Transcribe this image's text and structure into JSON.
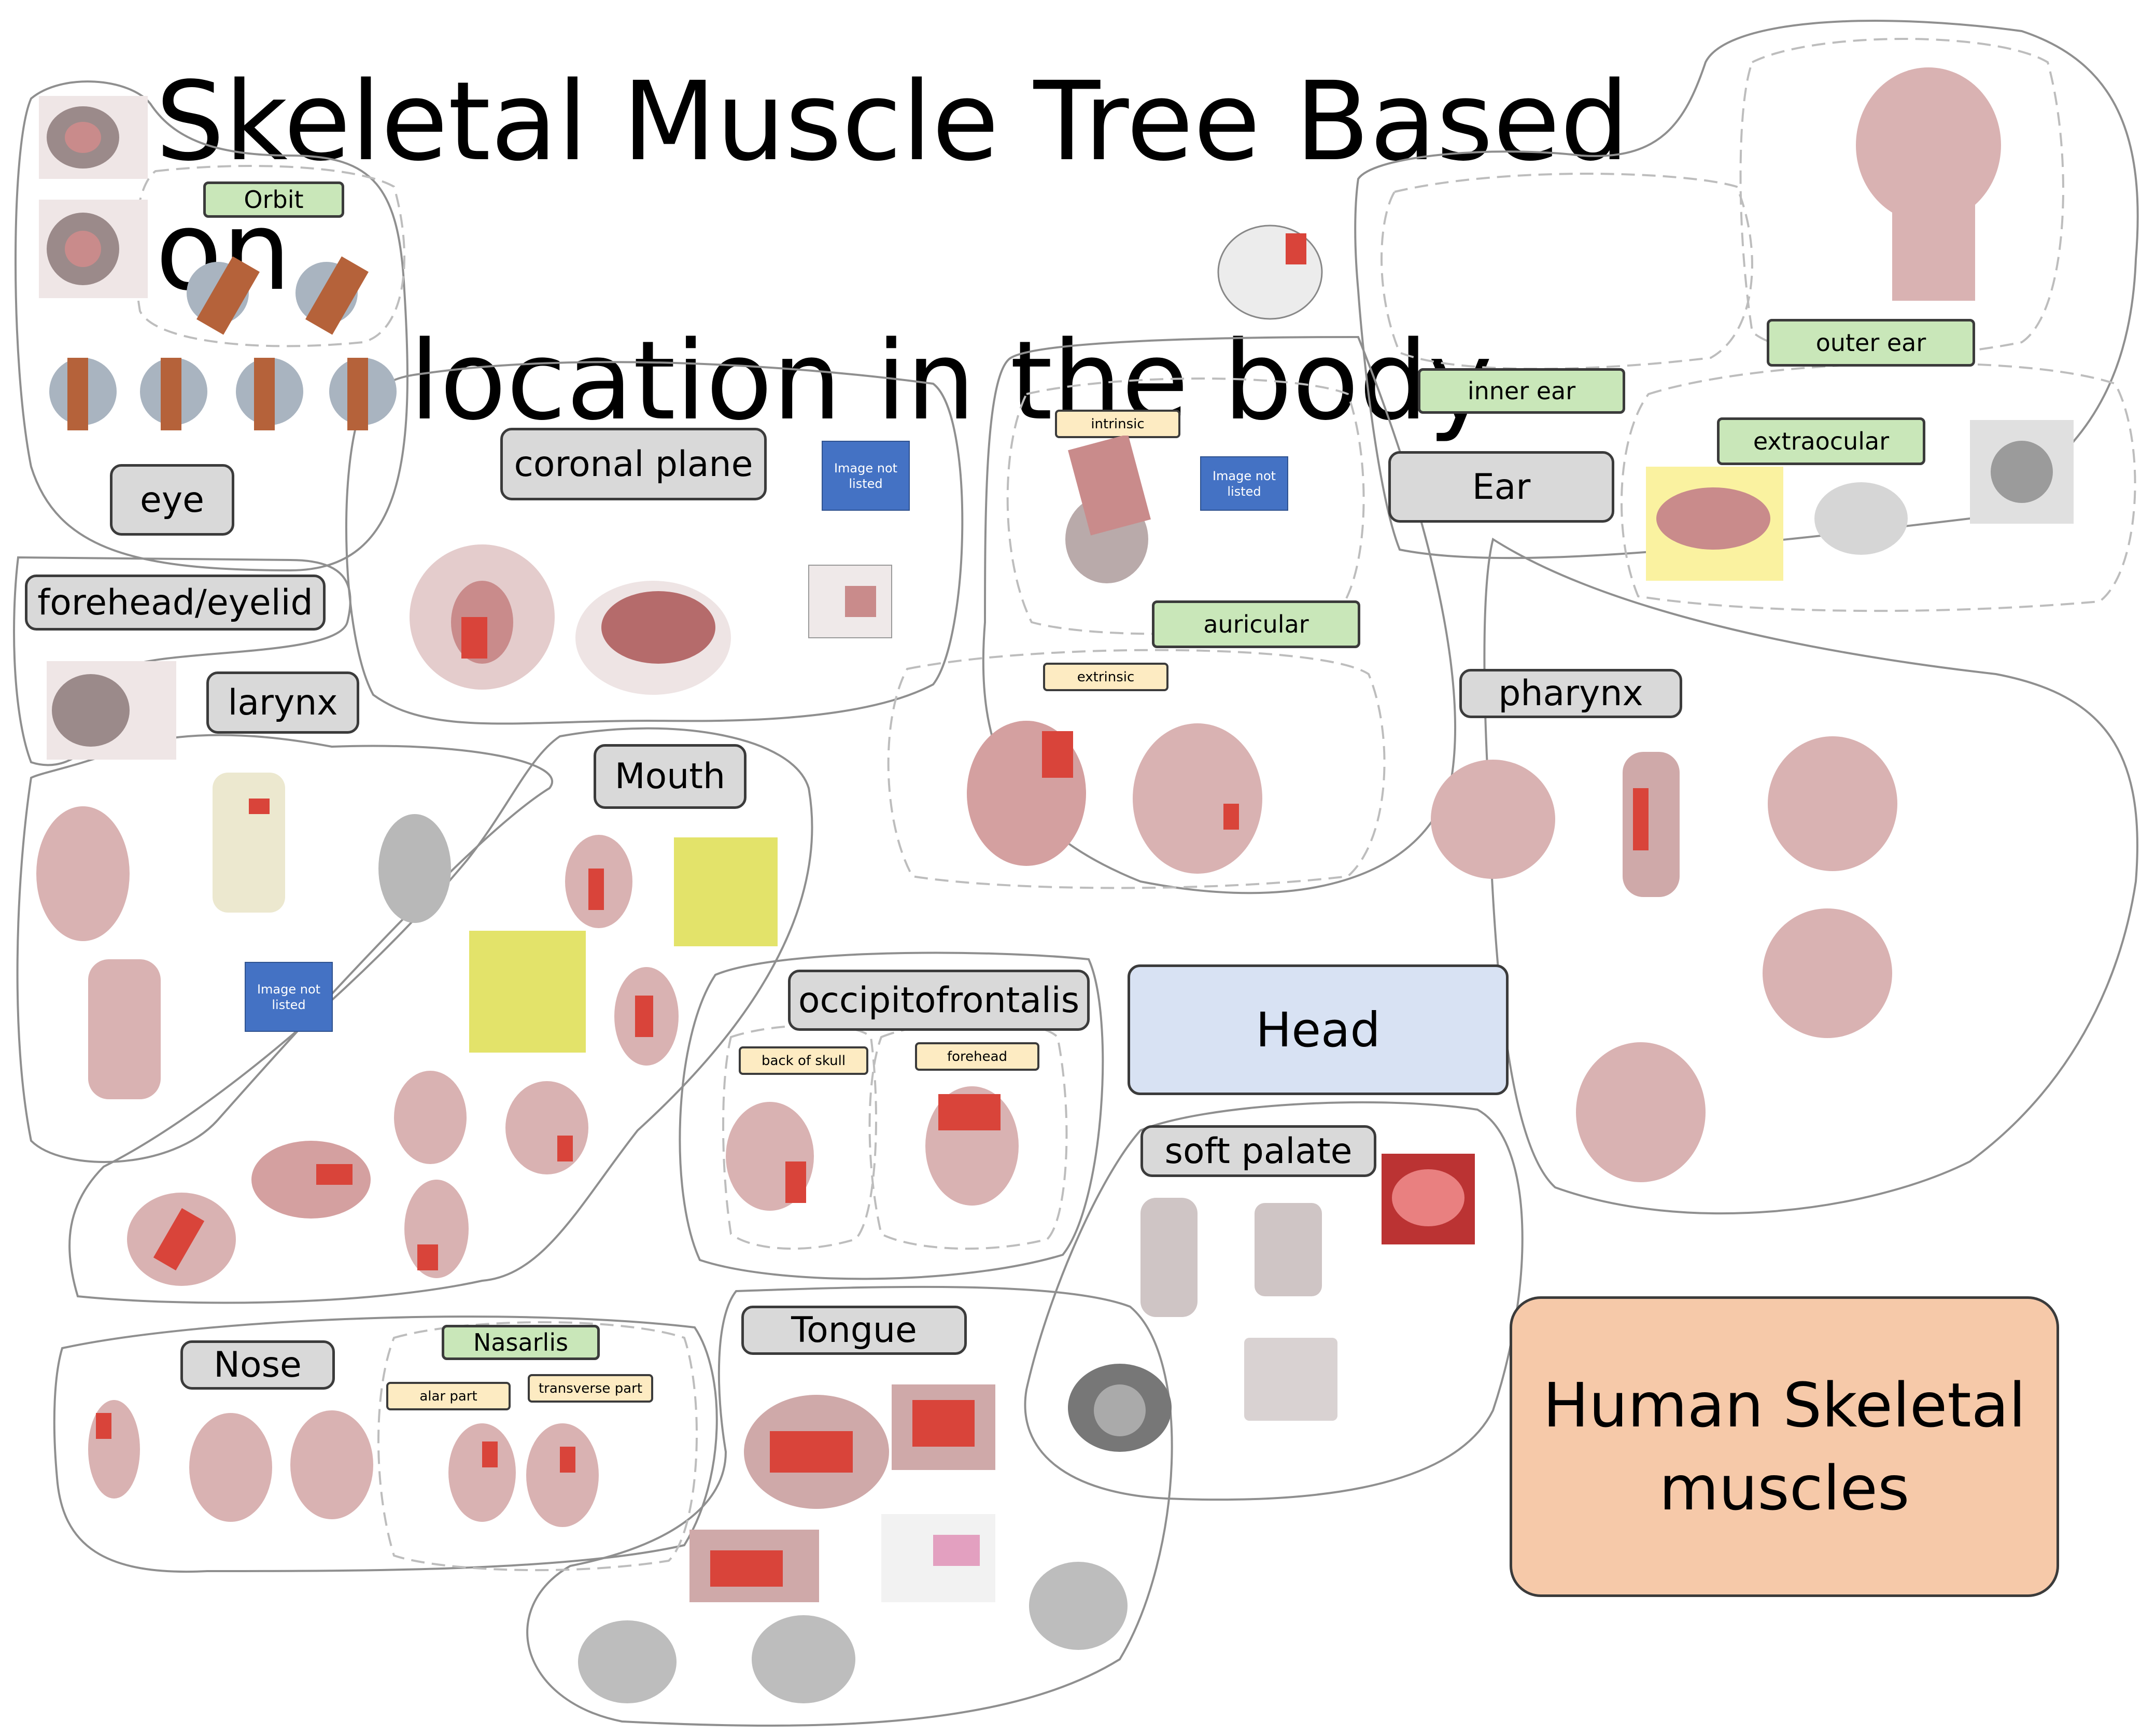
{
  "title": {
    "line1": "Skeletal Muscle Tree Based on",
    "line2": "location in the body"
  },
  "root_label": "Human Skeletal muscles",
  "head_label": "Head",
  "placeholder_text": "Image not listed",
  "groups": {
    "eye": "eye",
    "orbit": "Orbit",
    "forehead": "forehead/eyelid",
    "coronal": "coronal plane",
    "ear": "Ear",
    "inner_ear": "inner ear",
    "outer_ear": "outer ear",
    "auricular": "auricular",
    "intrinsic": "intrinsic",
    "extrinsic": "extrinsic",
    "extraocular": "extraocular",
    "larynx": "larynx",
    "mouth": "Mouth",
    "occipitofrontalis": "occipitofrontalis",
    "back_of_skull": "back of skull",
    "forehead_sub": "forehead",
    "pharynx": "pharynx",
    "soft_palate": "soft palate",
    "nose": "Nose",
    "nasalis": "Nasarlis",
    "alar": "alar part",
    "transverse": "transverse  part",
    "tongue": "Tongue"
  },
  "colors": {
    "grey_box": "#d9d9d9",
    "green_box": "#c9e7b9",
    "yellow_box": "#fdebc2",
    "head_box": "#d8e2f3",
    "root_box": "#f6c9a9",
    "placeholder": "#4472c4",
    "muscle": "#c98b8b",
    "highlight": "#d9443a",
    "yellow_bg": "#e3e36a"
  }
}
